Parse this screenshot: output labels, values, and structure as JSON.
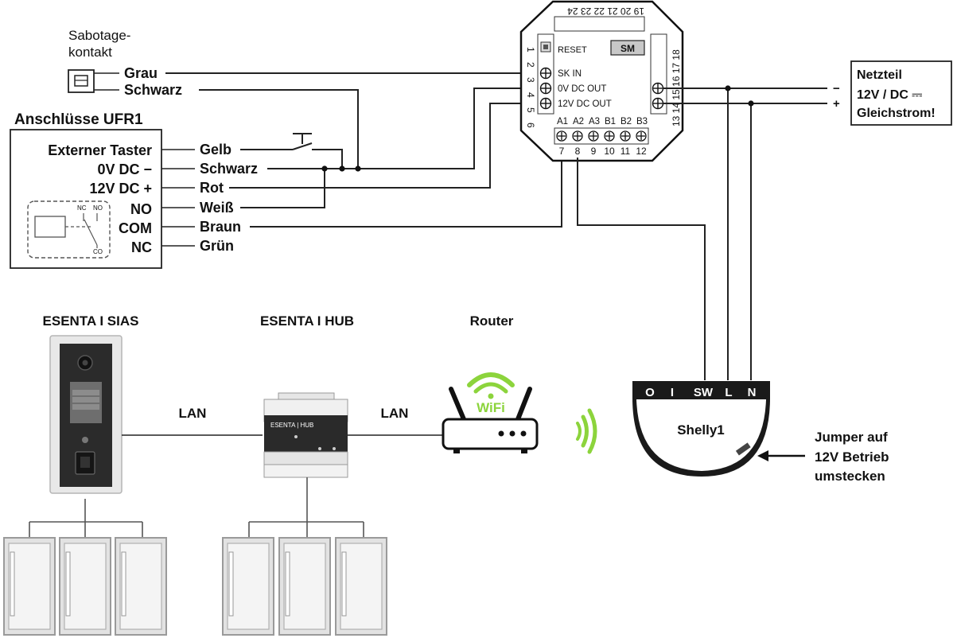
{
  "sabotage": {
    "label_line1": "Sabotage-",
    "label_line2": "kontakt",
    "wire_grau": "Grau",
    "wire_schwarz": "Schwarz"
  },
  "ufr1": {
    "title": "Anschlüsse UFR1",
    "terminals": [
      "Externer Taster",
      "0V DC −",
      "12V DC +",
      "NO",
      "COM",
      "NC"
    ],
    "wires": [
      "Gelb",
      "Schwarz",
      "Rot",
      "Weiß",
      "Braun",
      "Grün"
    ],
    "relay_labels": {
      "nc": "NC",
      "no": "NO",
      "co": "CO"
    }
  },
  "module": {
    "reset": "RESET",
    "sm": "SM",
    "sk_in": "SK IN",
    "ov_out": "0V DC OUT",
    "v12_out": "12V DC OUT",
    "left_pins": [
      "1",
      "2",
      "3",
      "4",
      "5",
      "6"
    ],
    "top_pins": "19 20 21 22 23 24",
    "right_pins": "13 14 15 16 17 18",
    "bottom_labels": [
      "A1",
      "A2",
      "A3",
      "B1",
      "B2",
      "B3"
    ],
    "bottom_pins": [
      "7",
      "8",
      "9",
      "10",
      "11",
      "12"
    ]
  },
  "netzteil": {
    "line1": "Netzteil",
    "line2": "12V / DC ⎓",
    "line3": "Gleichstrom!",
    "minus": "−",
    "plus": "+"
  },
  "devices": {
    "sias": "ESENTA I SIAS",
    "hub": "ESENTA I HUB",
    "router": "Router",
    "lan1": "LAN",
    "lan2": "LAN",
    "wifi": "WiFi",
    "hub_brand": "ESENTA | HUB"
  },
  "shelly": {
    "name": "Shelly1",
    "pins": [
      "O",
      "I",
      "SW",
      "L",
      "N"
    ],
    "jumper_note": [
      "Jumper auf",
      "12V Betrieb",
      "umstecken"
    ]
  },
  "colors": {
    "wifi_green": "#8cd43c",
    "module_border": "#111111",
    "shelly_dark": "#1a1a1a"
  }
}
